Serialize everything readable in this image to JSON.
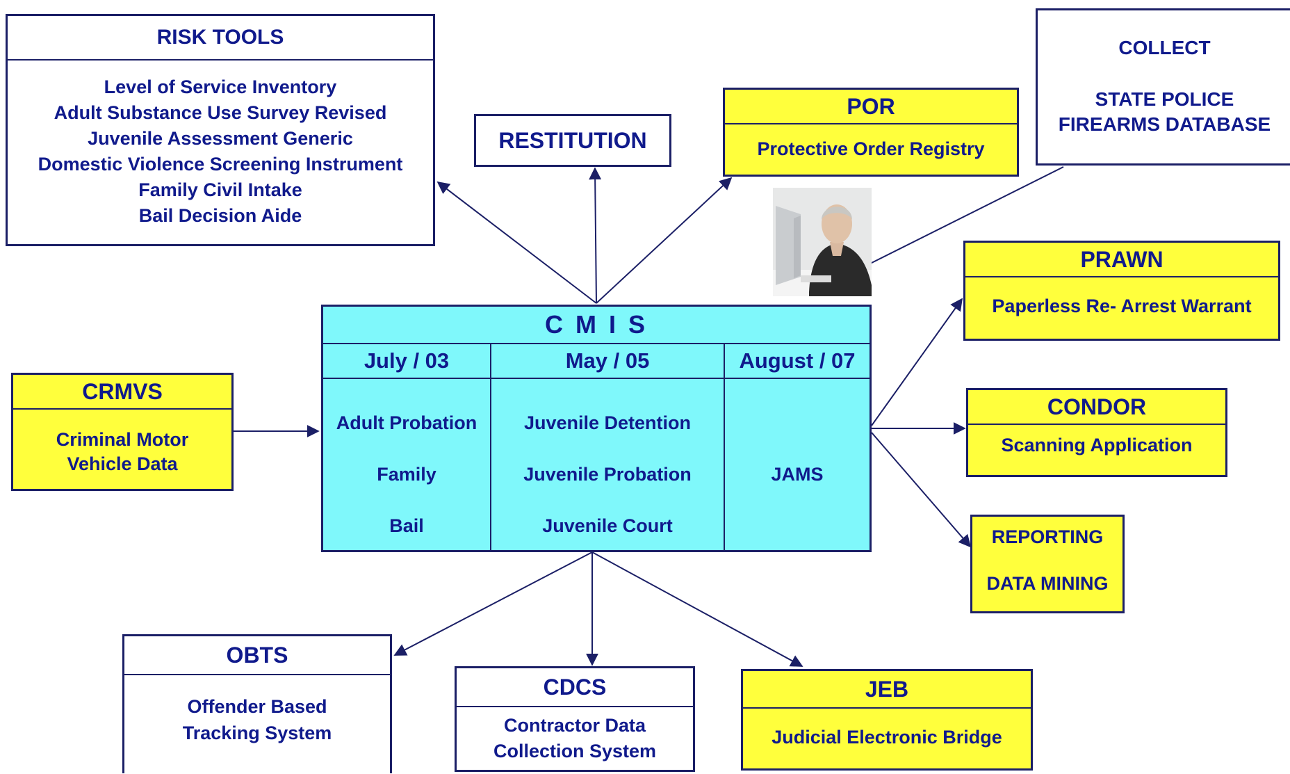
{
  "risk_tools": {
    "title": "RISK TOOLS",
    "items": [
      "Level of Service Inventory",
      "Adult Substance Use Survey Revised",
      "Juvenile Assessment Generic",
      "Domestic Violence Screening Instrument",
      "Family Civil Intake",
      "Bail Decision Aide"
    ]
  },
  "restitution": {
    "title": "RESTITUTION"
  },
  "por": {
    "title": "POR",
    "desc": "Protective Order Registry"
  },
  "collect": {
    "line1": "COLLECT",
    "line2": "STATE POLICE",
    "line3": "FIREARMS DATABASE"
  },
  "prawn": {
    "title": "PRAWN",
    "desc": "Paperless Re- Arrest Warrant"
  },
  "condor": {
    "title": "CONDOR",
    "desc": "Scanning Application"
  },
  "reporting": {
    "line1": "REPORTING",
    "line2": "DATA MINING"
  },
  "crmvs": {
    "title": "CRMVS",
    "line1": "Criminal Motor",
    "line2": "Vehicle Data"
  },
  "cmis": {
    "title": "C M I S",
    "columns": [
      {
        "header": "July / 03",
        "items": [
          "Adult Probation",
          "Family",
          "Bail"
        ]
      },
      {
        "header": "May / 05",
        "items": [
          "Juvenile Detention",
          "Juvenile Probation",
          "Juvenile Court"
        ]
      },
      {
        "header": "August / 07",
        "items": [
          "JAMS"
        ]
      }
    ]
  },
  "obts": {
    "title": "OBTS",
    "line1": "Offender Based",
    "line2": "Tracking System"
  },
  "cdcs": {
    "title": "CDCS",
    "line1": "Contractor Data",
    "line2": "Collection System"
  },
  "jeb": {
    "title": "JEB",
    "desc": "Judicial Electronic Bridge"
  },
  "colors": {
    "navy": "#1b1f66",
    "text": "#101a8c",
    "yellow": "#ffff3c",
    "cyan": "#7ff8fb"
  }
}
